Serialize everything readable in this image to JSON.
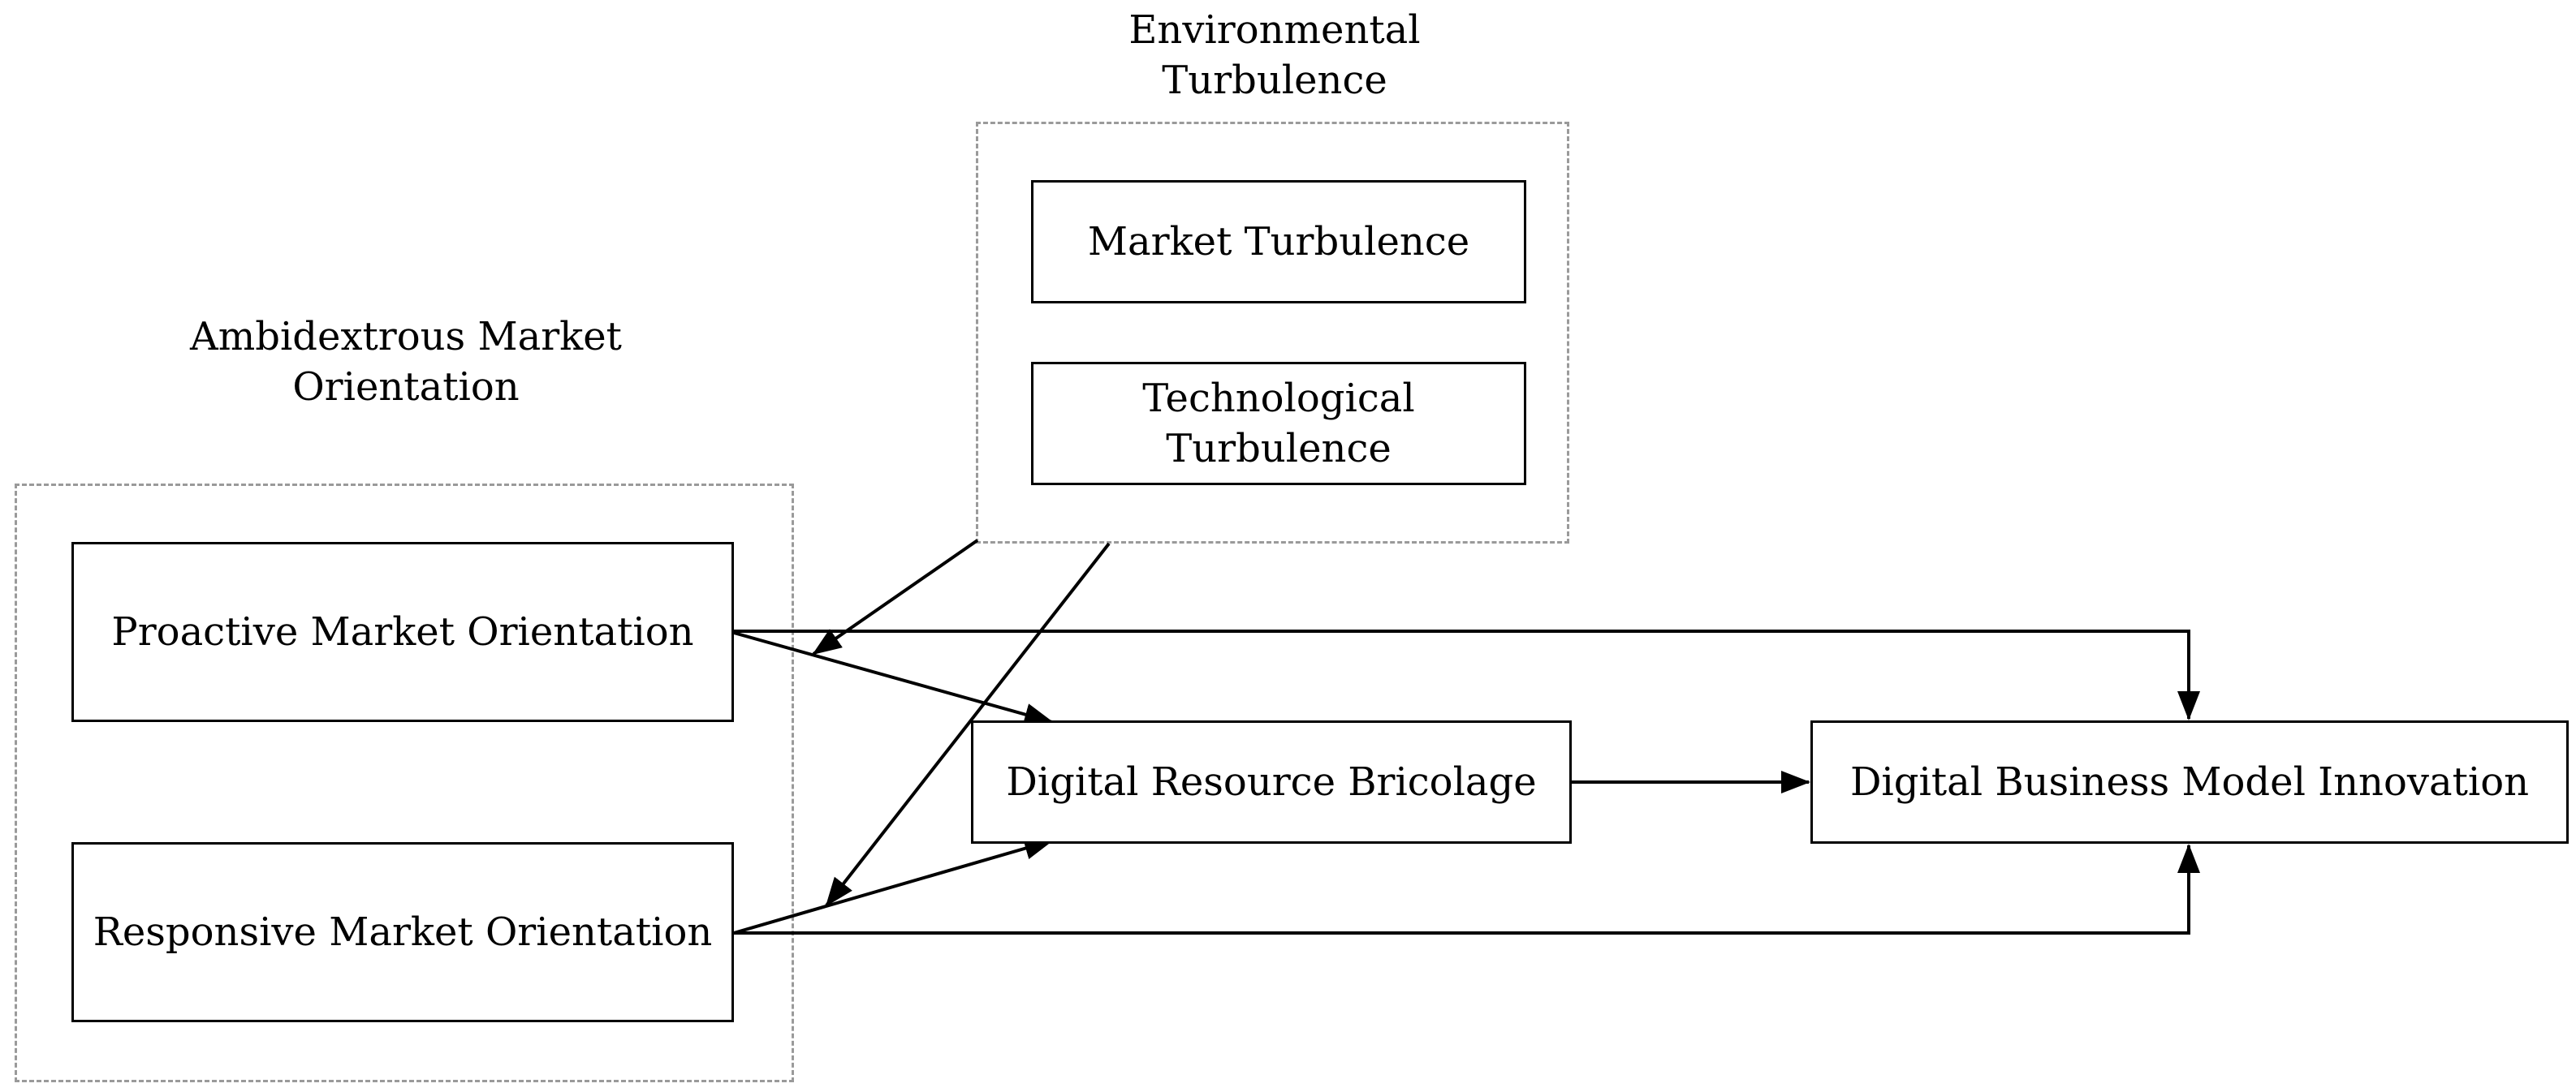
{
  "groups": {
    "environmental": {
      "label_lines": [
        "Environmental",
        "Turbulence"
      ]
    },
    "ambidextrous": {
      "label_lines": [
        "Ambidextrous Market",
        "Orientation"
      ]
    }
  },
  "nodes": {
    "market_turbulence": {
      "lines": [
        "Market  Turbulence"
      ]
    },
    "technological_turbulence": {
      "lines": [
        "Technological",
        "Turbulence"
      ]
    },
    "proactive": {
      "lines": [
        "Proactive Market Orientation"
      ]
    },
    "responsive": {
      "lines": [
        "Responsive Market Orientation"
      ]
    },
    "bricolage": {
      "lines": [
        "Digital Resource Bricolage"
      ]
    },
    "dbmi": {
      "lines": [
        "Digital Business Model Innovation"
      ]
    }
  },
  "edges": [
    {
      "from": "proactive",
      "to": "bricolage"
    },
    {
      "from": "responsive",
      "to": "bricolage"
    },
    {
      "from": "bricolage",
      "to": "dbmi"
    },
    {
      "from": "proactive",
      "to": "dbmi"
    },
    {
      "from": "responsive",
      "to": "dbmi"
    },
    {
      "from": "market_turbulence",
      "to": "proactive-bricolage-path"
    },
    {
      "from": "technological_turbulence",
      "to": "responsive-bricolage-path"
    }
  ],
  "colors": {
    "line": "#000000",
    "dashed_border": "#9a9a9a",
    "background": "#ffffff"
  }
}
